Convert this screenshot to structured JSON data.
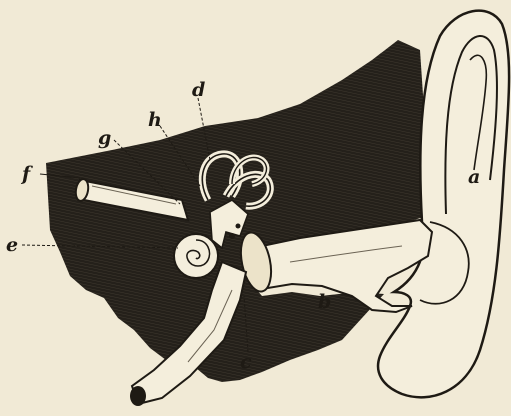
{
  "figure": {
    "labels": {
      "a": "a",
      "b": "b",
      "c": "c",
      "d": "d",
      "e": "e",
      "f": "f",
      "g": "g",
      "h": "h"
    }
  },
  "colors": {
    "paper": "#f1ead6",
    "ink": "#1e1a14",
    "hatch_light": "#4a4438",
    "tissue": "#f4eedc"
  }
}
